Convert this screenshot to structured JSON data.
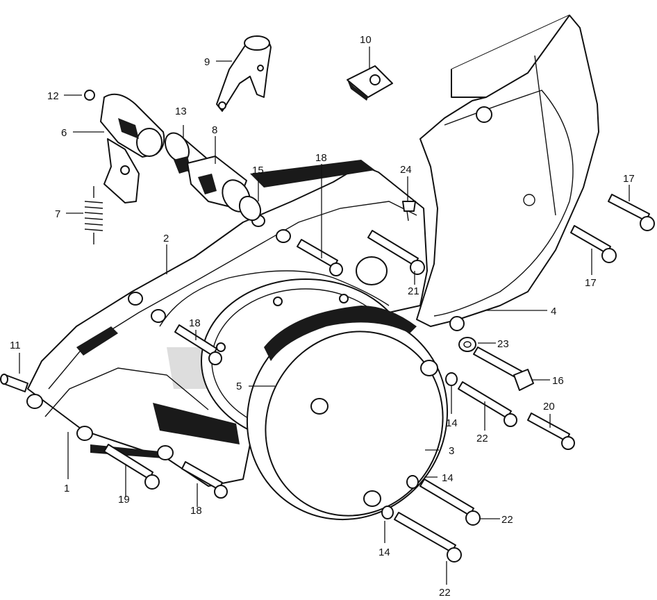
{
  "callouts": [
    {
      "id": "c1",
      "text": "1",
      "part": "left crankcase cover gasket"
    },
    {
      "id": "c2",
      "text": "2",
      "part": "left crankcase cover"
    },
    {
      "id": "c3",
      "text": "3",
      "part": "generator cover"
    },
    {
      "id": "c4",
      "text": "4",
      "part": "sprocket cover"
    },
    {
      "id": "c5",
      "text": "5",
      "part": "generator cover gasket"
    },
    {
      "id": "c6",
      "text": "6",
      "part": "clutch lifter"
    },
    {
      "id": "c7",
      "text": "7",
      "part": "lifter spring"
    },
    {
      "id": "c8",
      "text": "8",
      "part": "lifter cam"
    },
    {
      "id": "c9",
      "text": "9",
      "part": "lifter lever"
    },
    {
      "id": "c10",
      "text": "10",
      "part": "clip nut"
    },
    {
      "id": "c11",
      "text": "11",
      "part": "dowel pin"
    },
    {
      "id": "c12",
      "text": "12",
      "part": "steel ball"
    },
    {
      "id": "c13",
      "text": "13",
      "part": "lifter thread"
    },
    {
      "id": "c14a",
      "text": "14",
      "part": "washer"
    },
    {
      "id": "c14b",
      "text": "14",
      "part": "washer"
    },
    {
      "id": "c14c",
      "text": "14",
      "part": "washer"
    },
    {
      "id": "c15",
      "text": "15",
      "part": "o-ring"
    },
    {
      "id": "c16",
      "text": "16",
      "part": "bolt"
    },
    {
      "id": "c17a",
      "text": "17",
      "part": "screw"
    },
    {
      "id": "c17b",
      "text": "17",
      "part": "screw"
    },
    {
      "id": "c18a",
      "text": "18",
      "part": "screw"
    },
    {
      "id": "c18b",
      "text": "18",
      "part": "screw"
    },
    {
      "id": "c18c",
      "text": "18",
      "part": "screw"
    },
    {
      "id": "c19",
      "text": "19",
      "part": "screw"
    },
    {
      "id": "c20",
      "text": "20",
      "part": "screw"
    },
    {
      "id": "c21",
      "text": "21",
      "part": "screw"
    },
    {
      "id": "c22a",
      "text": "22",
      "part": "screw"
    },
    {
      "id": "c22b",
      "text": "22",
      "part": "screw"
    },
    {
      "id": "c22c",
      "text": "22",
      "part": "screw"
    },
    {
      "id": "c23",
      "text": "23",
      "part": "washer"
    },
    {
      "id": "c24",
      "text": "24",
      "part": "grease nipple"
    }
  ]
}
